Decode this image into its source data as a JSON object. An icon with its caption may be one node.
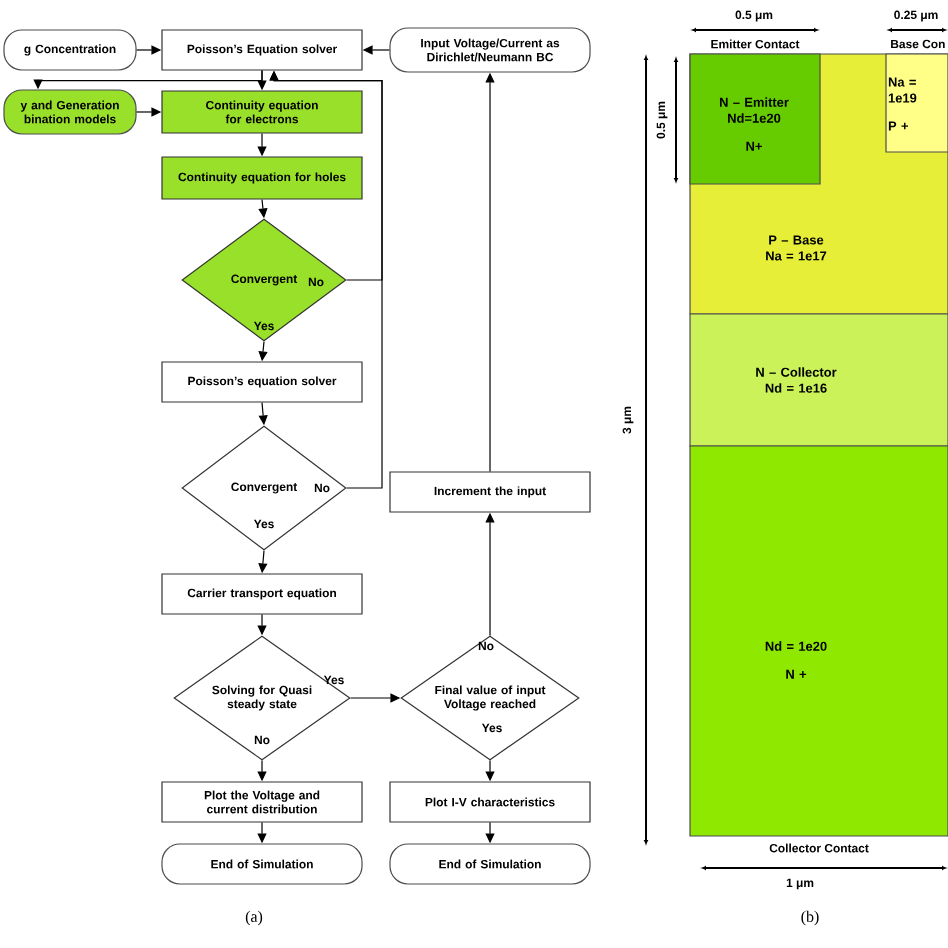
{
  "diagram": {
    "nodes": [
      {
        "text": [
          "g Concentration"
        ]
      },
      {
        "text": [
          "Poisson’s Equation solver"
        ]
      },
      {
        "text": [
          "Input Voltage/Current as Dirichlet/Neumann BC"
        ]
      },
      {
        "text": [
          "y and Generation bination models"
        ]
      },
      {
        "text": [
          "Continuity equation for electrons"
        ]
      },
      {
        "text": [
          "Continuity equation for holes"
        ]
      },
      {
        "text": [
          "Convergent"
        ]
      },
      {
        "text": [
          "Poisson’s equation solver"
        ]
      },
      {
        "text": [
          "Convergent"
        ]
      },
      {
        "text": [
          "Increment the input"
        ]
      },
      {
        "text": [
          "Carrier transport equation"
        ]
      },
      {
        "text": [
          "Solving for Quasi steady state"
        ]
      },
      {
        "text": [
          "Final value of input Voltage reached"
        ]
      },
      {
        "text": [
          "Plot the Voltage and current distribution"
        ]
      },
      {
        "text": [
          "Plot I-V characteristics"
        ]
      },
      {
        "text": [
          "End of Simulation"
        ]
      },
      {
        "text": [
          "End of Simulation"
        ]
      },
      {
        "text": [
          "P – Base Na = 1e17"
        ]
      },
      {
        "text": [
          "N – Emitter Nd=1e20",
          "N+"
        ],
        "in": 17,
        "beside": [
          "Emitter Contact"
        ]
      },
      {
        "text": [
          "Na = 1e19",
          "P +"
        ],
        "in": 17,
        "beside": [
          "Base Con"
        ]
      },
      {
        "text": [
          "N – Collector Nd = 1e16"
        ]
      },
      {
        "text": [
          "Nd = 1e20",
          "N +"
        ],
        "beside": [
          "Collector Contact"
        ]
      }
    ],
    "edges": [
      {
        "from": 0,
        "to": 1,
        "arrow": "to"
      },
      {
        "from": 2,
        "to": 1,
        "arrow": "to"
      },
      {
        "from": 1,
        "to": 4,
        "arrow": "to"
      },
      {
        "from": 1,
        "to": 3,
        "arrow": "to"
      },
      {
        "from": 3,
        "to": 4,
        "arrow": "to"
      },
      {
        "from": 4,
        "to": 5,
        "arrow": "to"
      },
      {
        "from": 5,
        "to": 6,
        "arrow": "to"
      },
      {
        "from": 6,
        "to": 7,
        "arrow": "to",
        "label": "Yes"
      },
      {
        "from": 6,
        "to": 1,
        "arrow": "to",
        "label": "No"
      },
      {
        "from": 7,
        "to": 8,
        "arrow": "to"
      },
      {
        "from": 8,
        "to": 10,
        "arrow": "to",
        "label": "Yes"
      },
      {
        "from": 8,
        "to": 1,
        "arrow": "to",
        "label": "No"
      },
      {
        "from": 10,
        "to": 11,
        "arrow": "to"
      },
      {
        "from": 11,
        "to": 12,
        "arrow": "to",
        "label": "Yes"
      },
      {
        "from": 11,
        "to": 13,
        "arrow": "to",
        "label": "No"
      },
      {
        "from": 12,
        "to": 9,
        "arrow": "to",
        "label": "No"
      },
      {
        "from": 9,
        "to": 2,
        "arrow": "to"
      },
      {
        "from": 12,
        "to": 14,
        "arrow": "to",
        "label": "Yes"
      },
      {
        "from": 13,
        "to": 15,
        "arrow": "to"
      },
      {
        "from": 14,
        "to": 16,
        "arrow": "to"
      }
    ],
    "labels": [
      "0.5 μm",
      "0.25 μm",
      "0.5 μm",
      "3 μm",
      "1 μm",
      "(a)",
      "(b)"
    ]
  }
}
